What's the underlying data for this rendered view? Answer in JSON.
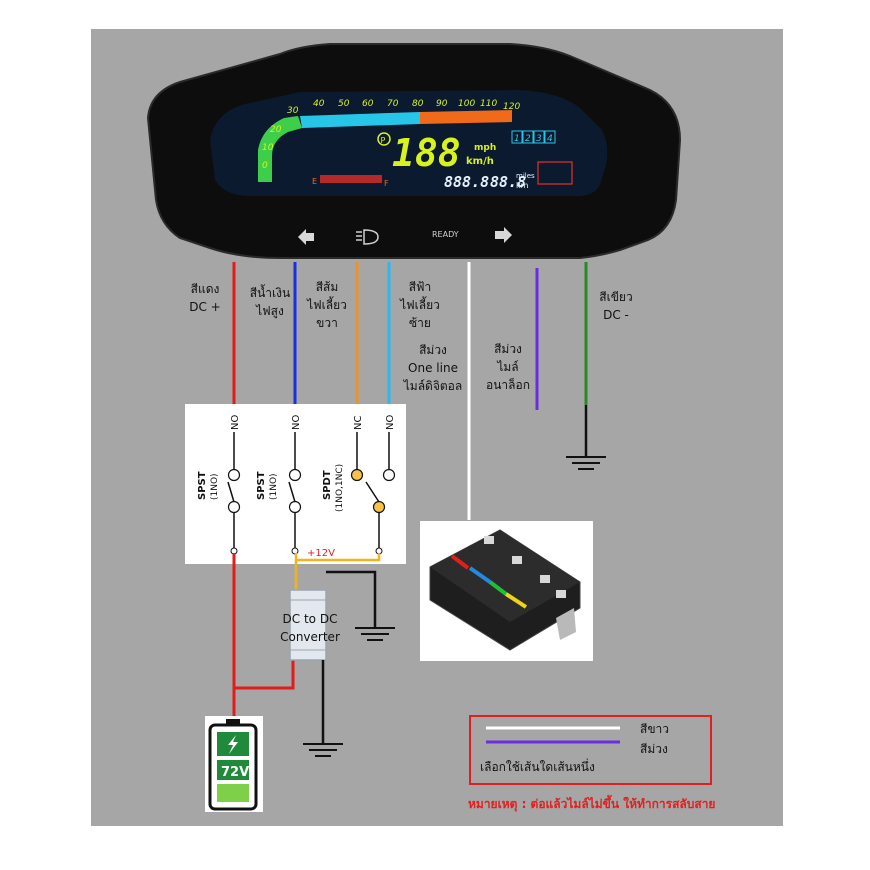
{
  "dashboard": {
    "speed_ticks": [
      "0",
      "10",
      "20",
      "30",
      "40",
      "50",
      "60",
      "70",
      "80",
      "90",
      "100",
      "110",
      "120"
    ],
    "speed_readout": "188",
    "speed_unit_top": "mph",
    "speed_unit_bottom": "km/h",
    "odometer": "888.8",
    "trip": "88.8",
    "odo_unit_top": "miles",
    "odo_unit_bottom": "km",
    "gears": [
      "1",
      "2",
      "3",
      "4"
    ],
    "ready_label": "READY",
    "fuel_empty": "E",
    "fuel_full": "F",
    "park_label": "P"
  },
  "wires": [
    {
      "id": "red",
      "color": "#e31b1b",
      "lines": [
        "สีแดง",
        "DC +"
      ]
    },
    {
      "id": "blue",
      "color": "#1a2fe0",
      "lines": [
        "สีน้ำเงิน",
        "ไฟสูง"
      ]
    },
    {
      "id": "orange",
      "color": "#f0902a",
      "lines": [
        "สีส้ม",
        "ไฟเลี้ยว",
        "ขวา"
      ]
    },
    {
      "id": "skyblue",
      "color": "#2ab8ee",
      "lines": [
        "สีฟ้า",
        "ไฟเลี้ยว",
        "ซ้าย"
      ]
    },
    {
      "id": "white",
      "color": "#ffffff",
      "lines": [
        "สีม่วง",
        "One line",
        "ไมล์ดิจิตอล"
      ]
    },
    {
      "id": "purple",
      "color": "#6a2ee0",
      "lines": [
        "สีม่วง",
        "ไมล์",
        "อนาล็อก"
      ]
    },
    {
      "id": "green",
      "color": "#2a8a2a",
      "lines": [
        "สีเขียว",
        "DC -"
      ]
    }
  ],
  "switches": {
    "terminal_labels": [
      "NO",
      "NO",
      "NC",
      "NO"
    ],
    "types": [
      {
        "name": "SPST",
        "spec": "(1NO)"
      },
      {
        "name": "SPST",
        "spec": "(1NO)"
      },
      {
        "name": "SPDT",
        "spec": "(1NO,1NC)"
      }
    ],
    "supply_label": "+12V"
  },
  "converter": {
    "lines": [
      "DC to DC",
      "Converter"
    ]
  },
  "battery": {
    "voltage": "72V"
  },
  "legend": {
    "white_label": "สีขาว",
    "purple_label": "สีม่วง",
    "choice_text": "เลือกใช้เส้นใดเส้นหนึ่ง",
    "white_color": "#ffffff",
    "purple_color": "#6a2ee0",
    "border_color": "#e02020"
  },
  "note": "หมายเหตุ : ต่อแล้วไมล์ไม่ขึ้น ให้ทำการสลับสาย",
  "colors": {
    "background": "#a6a6a6",
    "panel": "#ffffff",
    "lcd": "#0b1a2e"
  }
}
